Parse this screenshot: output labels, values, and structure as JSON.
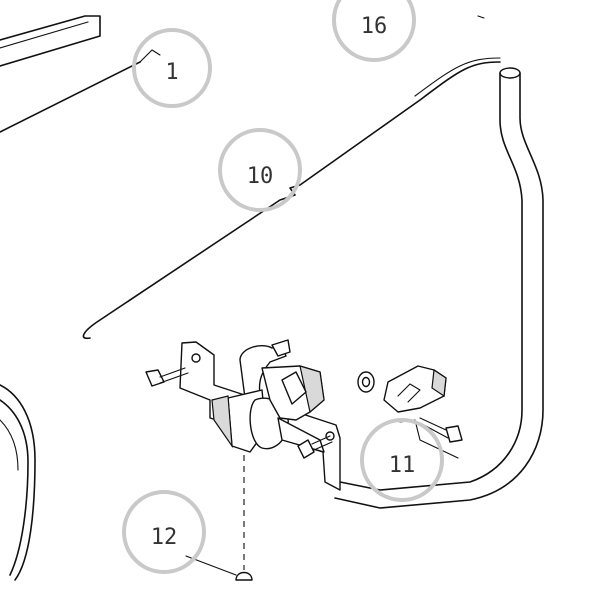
{
  "callouts": [
    {
      "id": "1",
      "label": "1"
    },
    {
      "id": "10",
      "label": "10"
    },
    {
      "id": "11",
      "label": "11"
    },
    {
      "id": "12",
      "label": "12"
    },
    {
      "id": "16",
      "label": "16"
    }
  ],
  "colors": {
    "line": "#111111",
    "callout_ring": "#c9c9c9",
    "callout_text": "#333333",
    "background": "#ffffff"
  }
}
